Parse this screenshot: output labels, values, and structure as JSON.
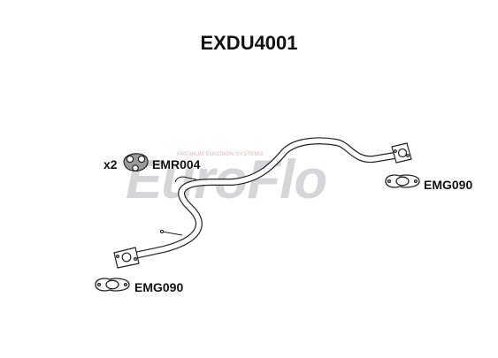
{
  "title": "EXDU4001",
  "watermark": {
    "brand": "EuroFlo",
    "tagline": "PREMIUM EMISSION SYSTEMS",
    "color_gray": "#d4d6d9",
    "color_red": "#f2c7c7"
  },
  "parts": {
    "hanger": {
      "code": "EMR004",
      "quantity": "x2"
    },
    "gasket_right": {
      "code": "EMG090"
    },
    "gasket_left": {
      "code": "EMG090"
    }
  },
  "colors": {
    "line": "#222222",
    "pipe_fill": "#ffffff",
    "text": "#111111"
  }
}
